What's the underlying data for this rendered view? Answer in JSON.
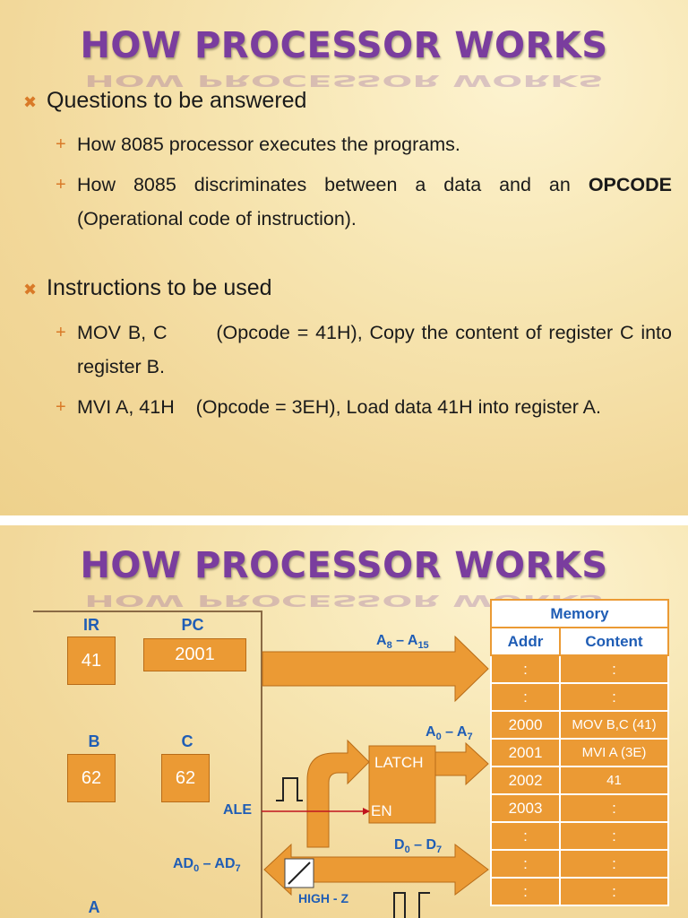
{
  "slide1": {
    "title": "HOW PROCESSOR WORKS",
    "sections": [
      {
        "heading": "Questions to be answered",
        "items": [
          {
            "text": "How 8085 processor executes the programs."
          },
          {
            "text_before": "How 8085 discriminates between a data and an ",
            "bold": "OPCODE",
            "text_after": " (Operational code of instruction)."
          }
        ]
      },
      {
        "heading": "Instructions to be used",
        "items": [
          {
            "text": "MOV B, C       (Opcode = 41H), Copy the content of register C into register B."
          },
          {
            "text": "MVI A, 41H    (Opcode = 3EH), Load data 41H into register A."
          }
        ]
      }
    ]
  },
  "slide2": {
    "title": "HOW PROCESSOR WORKS",
    "registers": {
      "ir_label": "IR",
      "ir_value": "41",
      "pc_label": "PC",
      "pc_value": "2001",
      "b_label": "B",
      "b_value": "62",
      "c_label": "C",
      "c_value": "62",
      "a_label": "A"
    },
    "bus": {
      "high_addr": "A8 – A15",
      "low_addr": "A0 – A7",
      "data": "D0 – D7",
      "ad": "AD0 – AD7",
      "latch": "LATCH",
      "en": "EN",
      "ale": "ALE",
      "highz": "HIGH - Z"
    },
    "memory": {
      "title": "Memory",
      "col_addr": "Addr",
      "col_content": "Content",
      "rows": [
        {
          "addr": ":",
          "content": ":"
        },
        {
          "addr": ":",
          "content": ":"
        },
        {
          "addr": "2000",
          "content": "MOV B,C (41)"
        },
        {
          "addr": "2001",
          "content": "MVI A (3E)"
        },
        {
          "addr": "2002",
          "content": "41"
        },
        {
          "addr": "2003",
          "content": ":"
        },
        {
          "addr": ":",
          "content": ":"
        },
        {
          "addr": ":",
          "content": ":"
        },
        {
          "addr": ":",
          "content": ":"
        }
      ]
    },
    "colors": {
      "orange": "#eb9a34",
      "blue": "#1f5db5",
      "purple": "#7a3d9e",
      "red": "#c0141e"
    }
  }
}
